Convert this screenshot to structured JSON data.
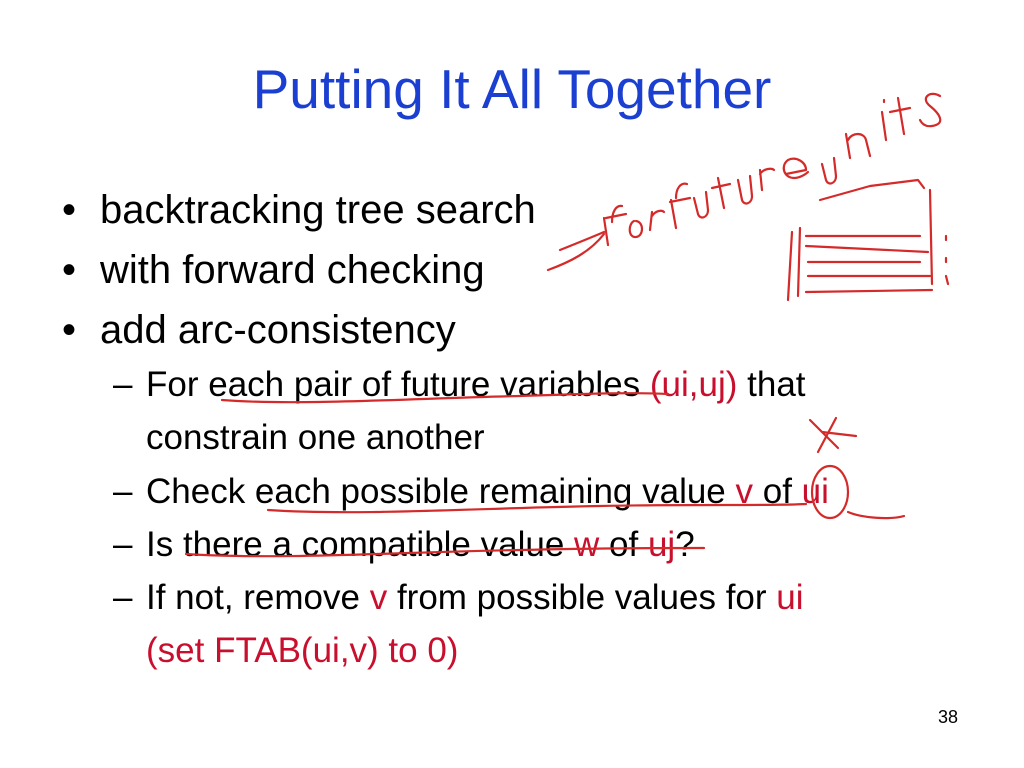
{
  "slide": {
    "title": "Putting It All Together",
    "bullets": [
      "backtracking tree search",
      "with forward checking",
      "add arc-consistency"
    ],
    "bullet_symbol": "•",
    "dash_symbol": "–",
    "sub": {
      "s1_a": "For each pair of future variables ",
      "s1_red": "(ui,uj)",
      "s1_b": " that",
      "s1_cont": "constrain one another",
      "s2_a": "Check each possible remaining value ",
      "s2_red1": "v",
      "s2_b": " of ",
      "s2_red2": "ui",
      "s3_a": "Is there a compatible value ",
      "s3_red1": "w",
      "s3_b": " of ",
      "s3_red2": "uj",
      "s3_c": "?",
      "s4_a": "If not, remove ",
      "s4_red1": "v",
      "s4_b": " from possible values for ",
      "s4_red2": "ui",
      "s4_cont": "(set FTAB(ui,v) to 0)"
    },
    "page_number": "38",
    "handwritten_note": "for future units"
  },
  "colors": {
    "title": "#1a3fd1",
    "highlight": "#c8102e",
    "ink": "#d42a2a"
  }
}
